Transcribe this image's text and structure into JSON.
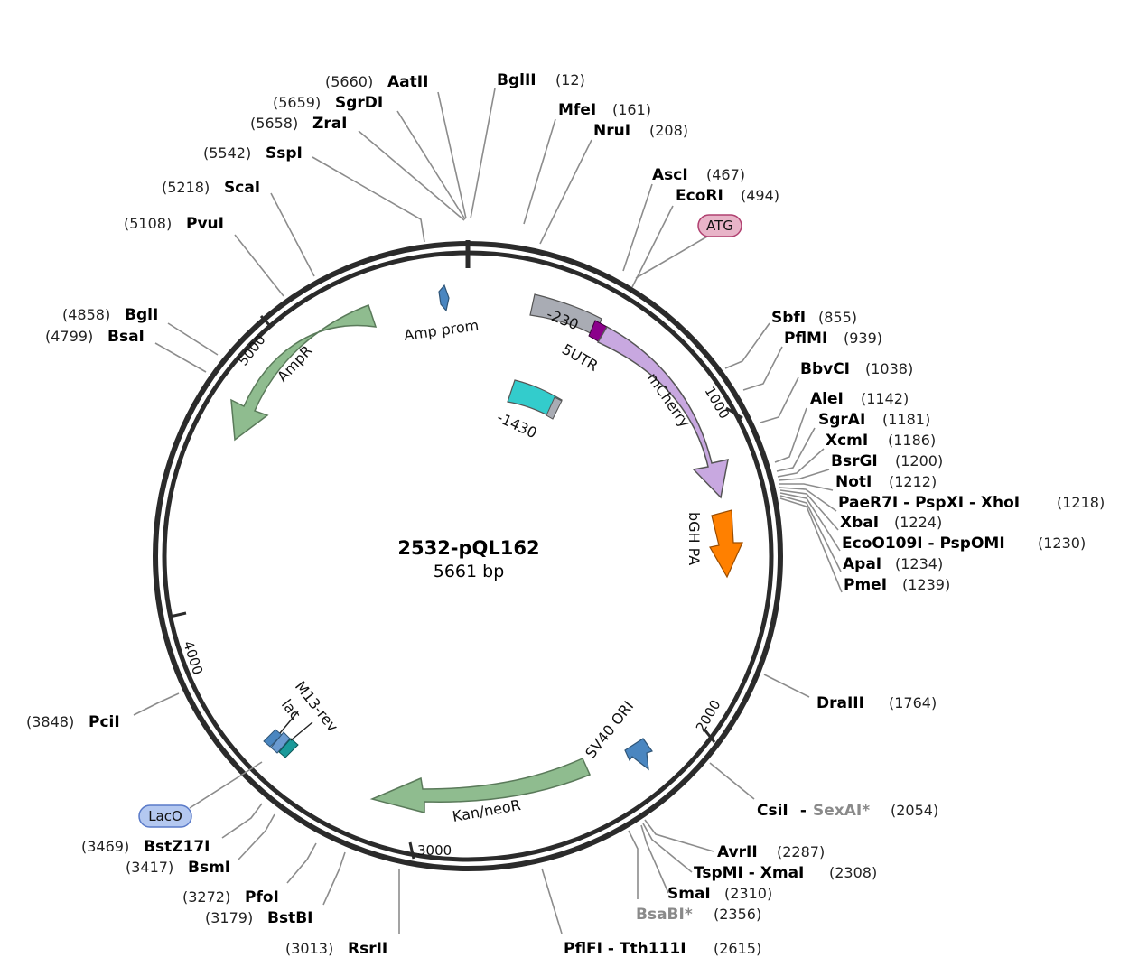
{
  "plasmid": {
    "name": "2532-pQL162",
    "length_label": "5661 bp"
  },
  "ticks": [
    {
      "key": "t1000",
      "label": "1000"
    },
    {
      "key": "t2000",
      "label": "2000"
    },
    {
      "key": "t3000",
      "label": "3000"
    },
    {
      "key": "t4000",
      "label": "4000"
    },
    {
      "key": "t5000",
      "label": "5000"
    }
  ],
  "features": [
    {
      "key": "amp_prom",
      "label": "Amp prom",
      "color": "#4a86c0"
    },
    {
      "key": "ampr",
      "label": "AmpR",
      "color": "#8fbc8f"
    },
    {
      "key": "utr_230",
      "label": "-230",
      "color": "#a9acb4"
    },
    {
      "key": "utr5",
      "label": "5UTR",
      "color": "#8b008b"
    },
    {
      "key": "mcherry",
      "label": "mCherry",
      "color": "#c8a8e0"
    },
    {
      "key": "frag_1430",
      "label": "-1430",
      "color": "#33cccc"
    },
    {
      "key": "bgh",
      "label": "bGH PA",
      "color": "#ff8000"
    },
    {
      "key": "sv40",
      "label": "SV40 ORI",
      "color": "#4a86c0"
    },
    {
      "key": "kan",
      "label": "Kan/neoR",
      "color": "#8fbc8f"
    },
    {
      "key": "lac",
      "label": "lac",
      "color": "#4a86c0"
    },
    {
      "key": "m13",
      "label": "M13-rev",
      "color": "#1a9a9a"
    }
  ],
  "annotations": [
    {
      "key": "atg",
      "label": "ATG",
      "color": "#e8b4c8"
    },
    {
      "key": "laco",
      "label": "LacO",
      "color": "#b4c8f0"
    }
  ],
  "sites": [
    {
      "key": "aatii",
      "name": "AatII",
      "pos": "(5660)"
    },
    {
      "key": "sgrdi",
      "name": "SgrDI",
      "pos": "(5659)"
    },
    {
      "key": "zrai",
      "name": "ZraI",
      "pos": "(5658)"
    },
    {
      "key": "sspi",
      "name": "SspI",
      "pos": "(5542)"
    },
    {
      "key": "scai",
      "name": "ScaI",
      "pos": "(5218)"
    },
    {
      "key": "pvui",
      "name": "PvuI",
      "pos": "(5108)"
    },
    {
      "key": "bgli",
      "name": "BglI",
      "pos": "(4858)"
    },
    {
      "key": "bsai",
      "name": "BsaI",
      "pos": "(4799)"
    },
    {
      "key": "bglii",
      "name": "BglII",
      "pos": "(12)"
    },
    {
      "key": "mfei",
      "name": "MfeI",
      "pos": "(161)"
    },
    {
      "key": "nrui",
      "name": "NruI",
      "pos": "(208)"
    },
    {
      "key": "asci",
      "name": "AscI",
      "pos": "(467)"
    },
    {
      "key": "ecori",
      "name": "EcoRI",
      "pos": "(494)"
    },
    {
      "key": "sbfi",
      "name": "SbfI",
      "pos": "(855)"
    },
    {
      "key": "pflmi",
      "name": "PflMI",
      "pos": "(939)"
    },
    {
      "key": "bbvci",
      "name": "BbvCI",
      "pos": "(1038)"
    },
    {
      "key": "alei",
      "name": "AleI",
      "pos": "(1142)"
    },
    {
      "key": "sgrai",
      "name": "SgrAI",
      "pos": "(1181)"
    },
    {
      "key": "xcmi",
      "name": "XcmI",
      "pos": "(1186)"
    },
    {
      "key": "bsrgi",
      "name": "BsrGI",
      "pos": "(1200)"
    },
    {
      "key": "noti",
      "name": "NotI",
      "pos": "(1212)"
    },
    {
      "key": "xhoi",
      "name": "PaeR7I - PspXI - XhoI",
      "pos": "(1218)"
    },
    {
      "key": "xbai",
      "name": "XbaI",
      "pos": "(1224)"
    },
    {
      "key": "eco",
      "name": "EcoO109I - PspOMI",
      "pos": "(1230)"
    },
    {
      "key": "apai",
      "name": "ApaI",
      "pos": "(1234)"
    },
    {
      "key": "pmei",
      "name": "PmeI",
      "pos": "(1239)"
    },
    {
      "key": "draiii",
      "name": "DraIII",
      "pos": "(1764)"
    },
    {
      "key": "csii",
      "name": "CsiI",
      "sep": " - ",
      "name2": "SexAI*",
      "pos": "(2054)"
    },
    {
      "key": "avrii",
      "name": "AvrII",
      "pos": "(2287)"
    },
    {
      "key": "xmai",
      "name": "TspMI - XmaI",
      "pos": "(2308)"
    },
    {
      "key": "smai",
      "name": "SmaI",
      "pos": "(2310)"
    },
    {
      "key": "bsabi",
      "name": "BsaBI*",
      "pos": "(2356)"
    },
    {
      "key": "tth",
      "name": "PflFI - Tth111I",
      "pos": "(2615)"
    },
    {
      "key": "rsrii",
      "name": "RsrII",
      "pos": "(3013)"
    },
    {
      "key": "bstbi",
      "name": "BstBI",
      "pos": "(3179)"
    },
    {
      "key": "pfoi",
      "name": "PfoI",
      "pos": "(3272)"
    },
    {
      "key": "bsmi",
      "name": "BsmI",
      "pos": "(3417)"
    },
    {
      "key": "bstz",
      "name": "BstZ17I",
      "pos": "(3469)"
    },
    {
      "key": "pcii",
      "name": "PciI",
      "pos": "(3848)"
    }
  ]
}
